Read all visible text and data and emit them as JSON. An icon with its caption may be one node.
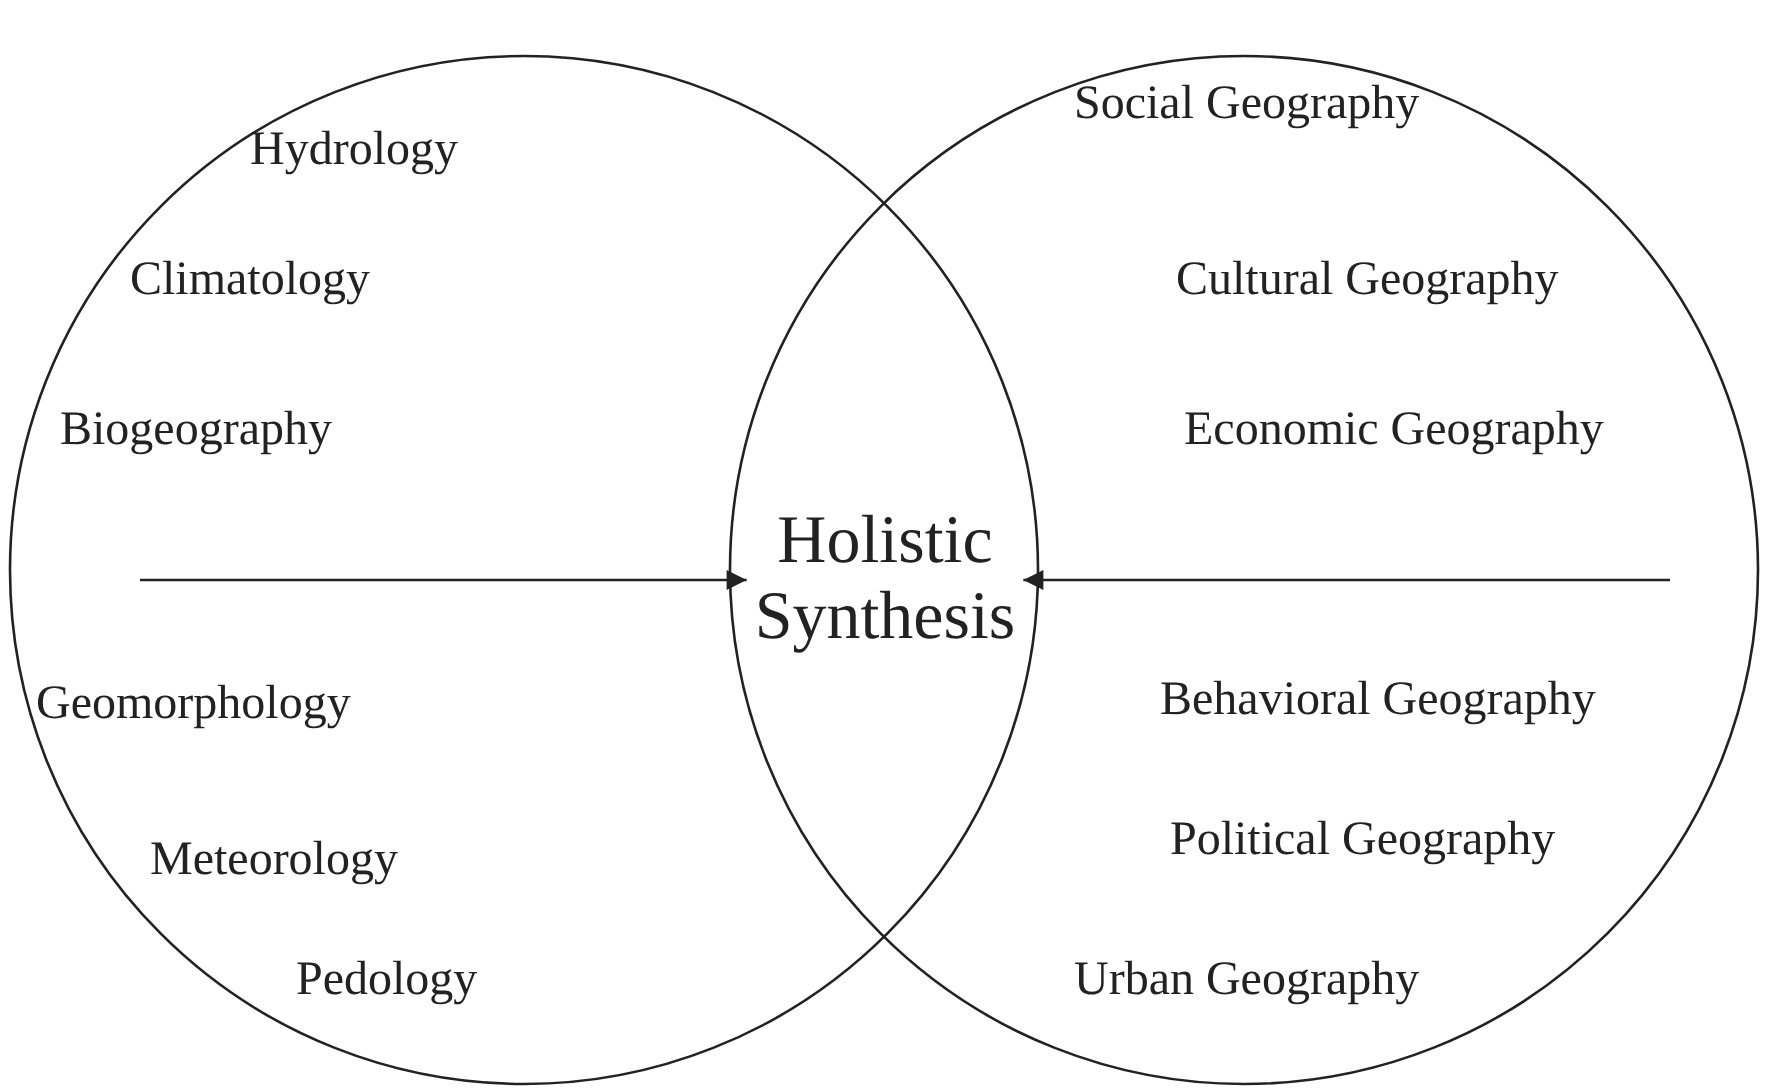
{
  "diagram": {
    "nodes": [
      {
        "text": [
          "Hydrology",
          "Climatology",
          "Biogeography",
          "Geomorphology",
          "Meteorology",
          "Pedology"
        ]
      },
      {
        "text": [
          "Social Geography",
          "Cultural Geography",
          "Economic Geography",
          "Behavioral Geography",
          "Political Geography",
          "Urban Geography"
        ]
      },
      {
        "text": [
          "Holistic Synthesis"
        ]
      }
    ],
    "edges": [
      {
        "from": 0,
        "to": 2,
        "arrow": "to"
      },
      {
        "from": 1,
        "to": 2,
        "arrow": "to"
      }
    ]
  }
}
